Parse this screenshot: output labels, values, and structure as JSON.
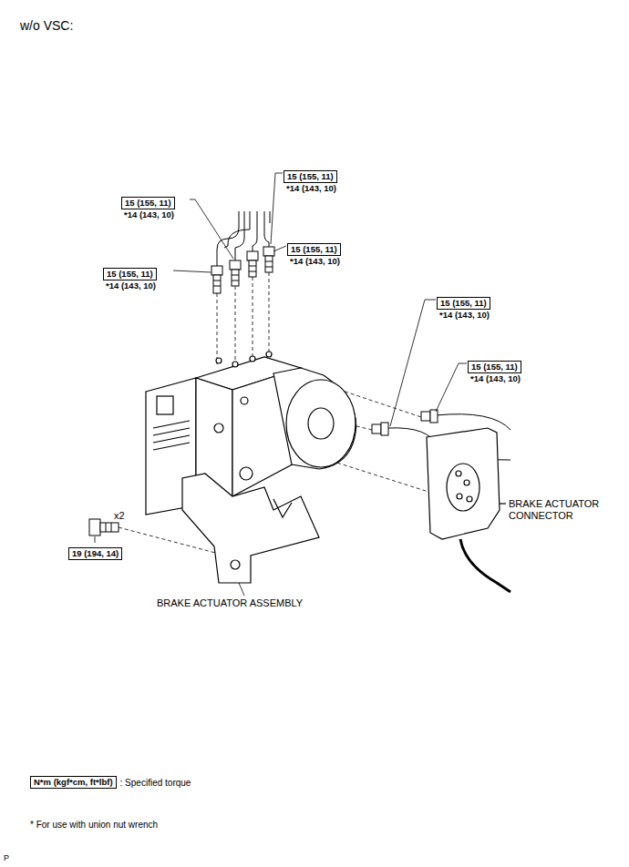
{
  "diagram": {
    "nodes": [
      {
        "text": [
          "15 (155, 11)",
          "*14 (143, 10)"
        ]
      },
      {
        "text": [
          "15 (155, 11)",
          "*14 (143, 10)"
        ]
      },
      {
        "text": [
          "15 (155, 11)",
          "*14 (143, 10)"
        ]
      },
      {
        "text": [
          "15 (155, 11)",
          "*14 (143, 10)"
        ]
      },
      {
        "text": [
          "15 (155, 11)",
          "*14 (143, 10)"
        ]
      },
      {
        "text": [
          "15 (155, 11)",
          "*14 (143, 10)"
        ]
      },
      {
        "text": [
          "19 (194, 14)"
        ]
      },
      {
        "text": [
          "N*m (kgf*cm, ft*lbf)",
          ": Specified torque"
        ]
      }
    ],
    "labels": [
      "w/o VSC:",
      "x2",
      "BRAKE ACTUATOR CONNECTOR",
      "BRAKE ACTUATOR ASSEMBLY",
      "* For use with union nut wrench",
      "P"
    ]
  }
}
